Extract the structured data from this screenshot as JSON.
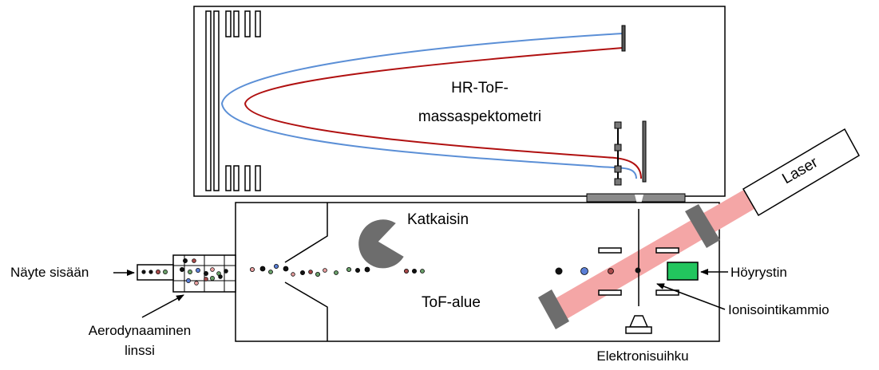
{
  "labels": {
    "spectrometer_line1": "HR-ToF-",
    "spectrometer_line2": "massaspektometri",
    "chopper": "Katkaisin",
    "tof_region": "ToF-alue",
    "laser": "Laser",
    "sample_inlet": "Näyte sisään",
    "aero_lens_line1": "Aerodynaaminen",
    "aero_lens_line2": "linssi",
    "vaporizer": "Höyrystin",
    "ionization_chamber": "Ionisointikammio",
    "electron_beam": "Elektronisuihku"
  },
  "colors": {
    "outline": "#000000",
    "blue_trajectory": "#5b8fd6",
    "red_trajectory": "#b01010",
    "laser_beam": "#f4a6a6",
    "laser_block": "#6d6d6d",
    "vaporizer": "#22c55e",
    "particle_black": "#111111",
    "particle_blue": "#5b7fd6",
    "particle_red": "#a84a4a",
    "particle_green": "#6aa06a",
    "particle_pink": "#e9a0a0",
    "chopper": "#6d6d6d"
  },
  "icons": {
    "chopper": "chopper-wheel-icon",
    "electron_source": "filament-icon",
    "vaporizer": "heater-block-icon"
  }
}
